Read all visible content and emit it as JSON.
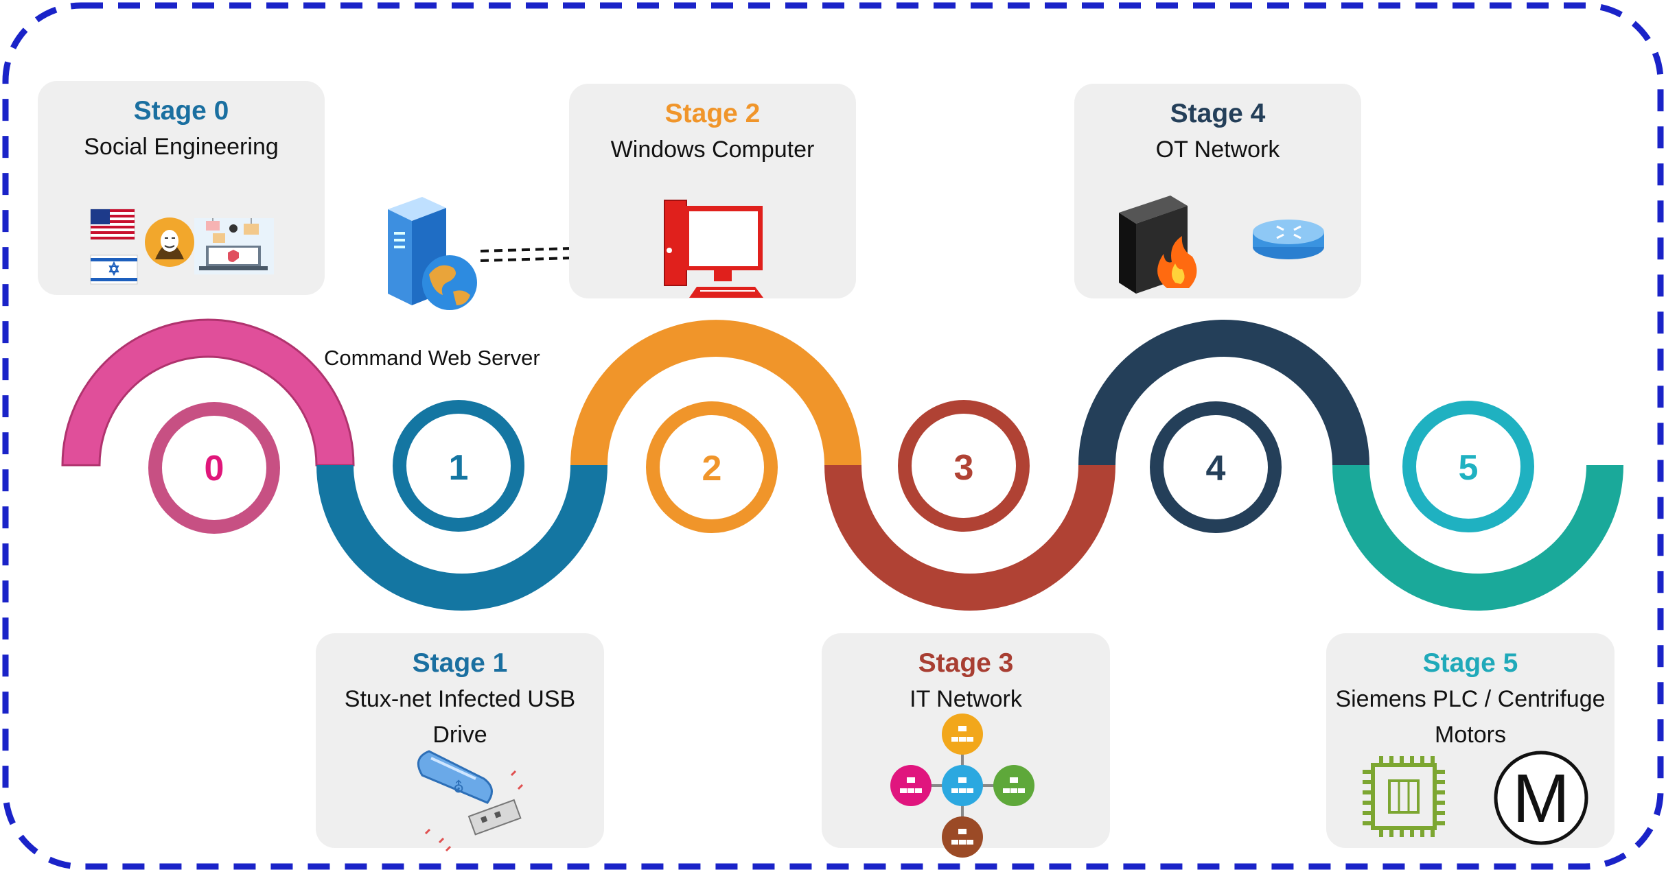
{
  "stages": [
    {
      "title": "Stage 0",
      "desc": "Social Engineering",
      "color": "#1a6fa0"
    },
    {
      "title": "Stage 1",
      "desc": "Stux-net Infected USB Drive",
      "color": "#1a6fa0"
    },
    {
      "title": "Stage 2",
      "desc": "Windows Computer",
      "color": "#f0952a"
    },
    {
      "title": "Stage 3",
      "desc": "IT Network",
      "color": "#a83e32"
    },
    {
      "title": "Stage 4",
      "desc": "OT Network",
      "color": "#243f59"
    },
    {
      "title": "Stage 5",
      "desc": "Siemens PLC / Centrifuge Motors",
      "color": "#1fa9b9"
    }
  ],
  "server_label": "Command Web Server",
  "numbers": [
    "0",
    "1",
    "2",
    "3",
    "4",
    "5"
  ],
  "colors": {
    "s0_arc": "#e04f9a",
    "s0_ring": "#c75083",
    "s0_num": "#e0167a",
    "s1": "#1476a2",
    "s2": "#f0952a",
    "s3": "#b04234",
    "s4": "#243f59",
    "s5_ring": "#1fb1c1",
    "s5_arc": "#1aa99a",
    "border": "#1a23c8"
  },
  "motor_letter": "M"
}
